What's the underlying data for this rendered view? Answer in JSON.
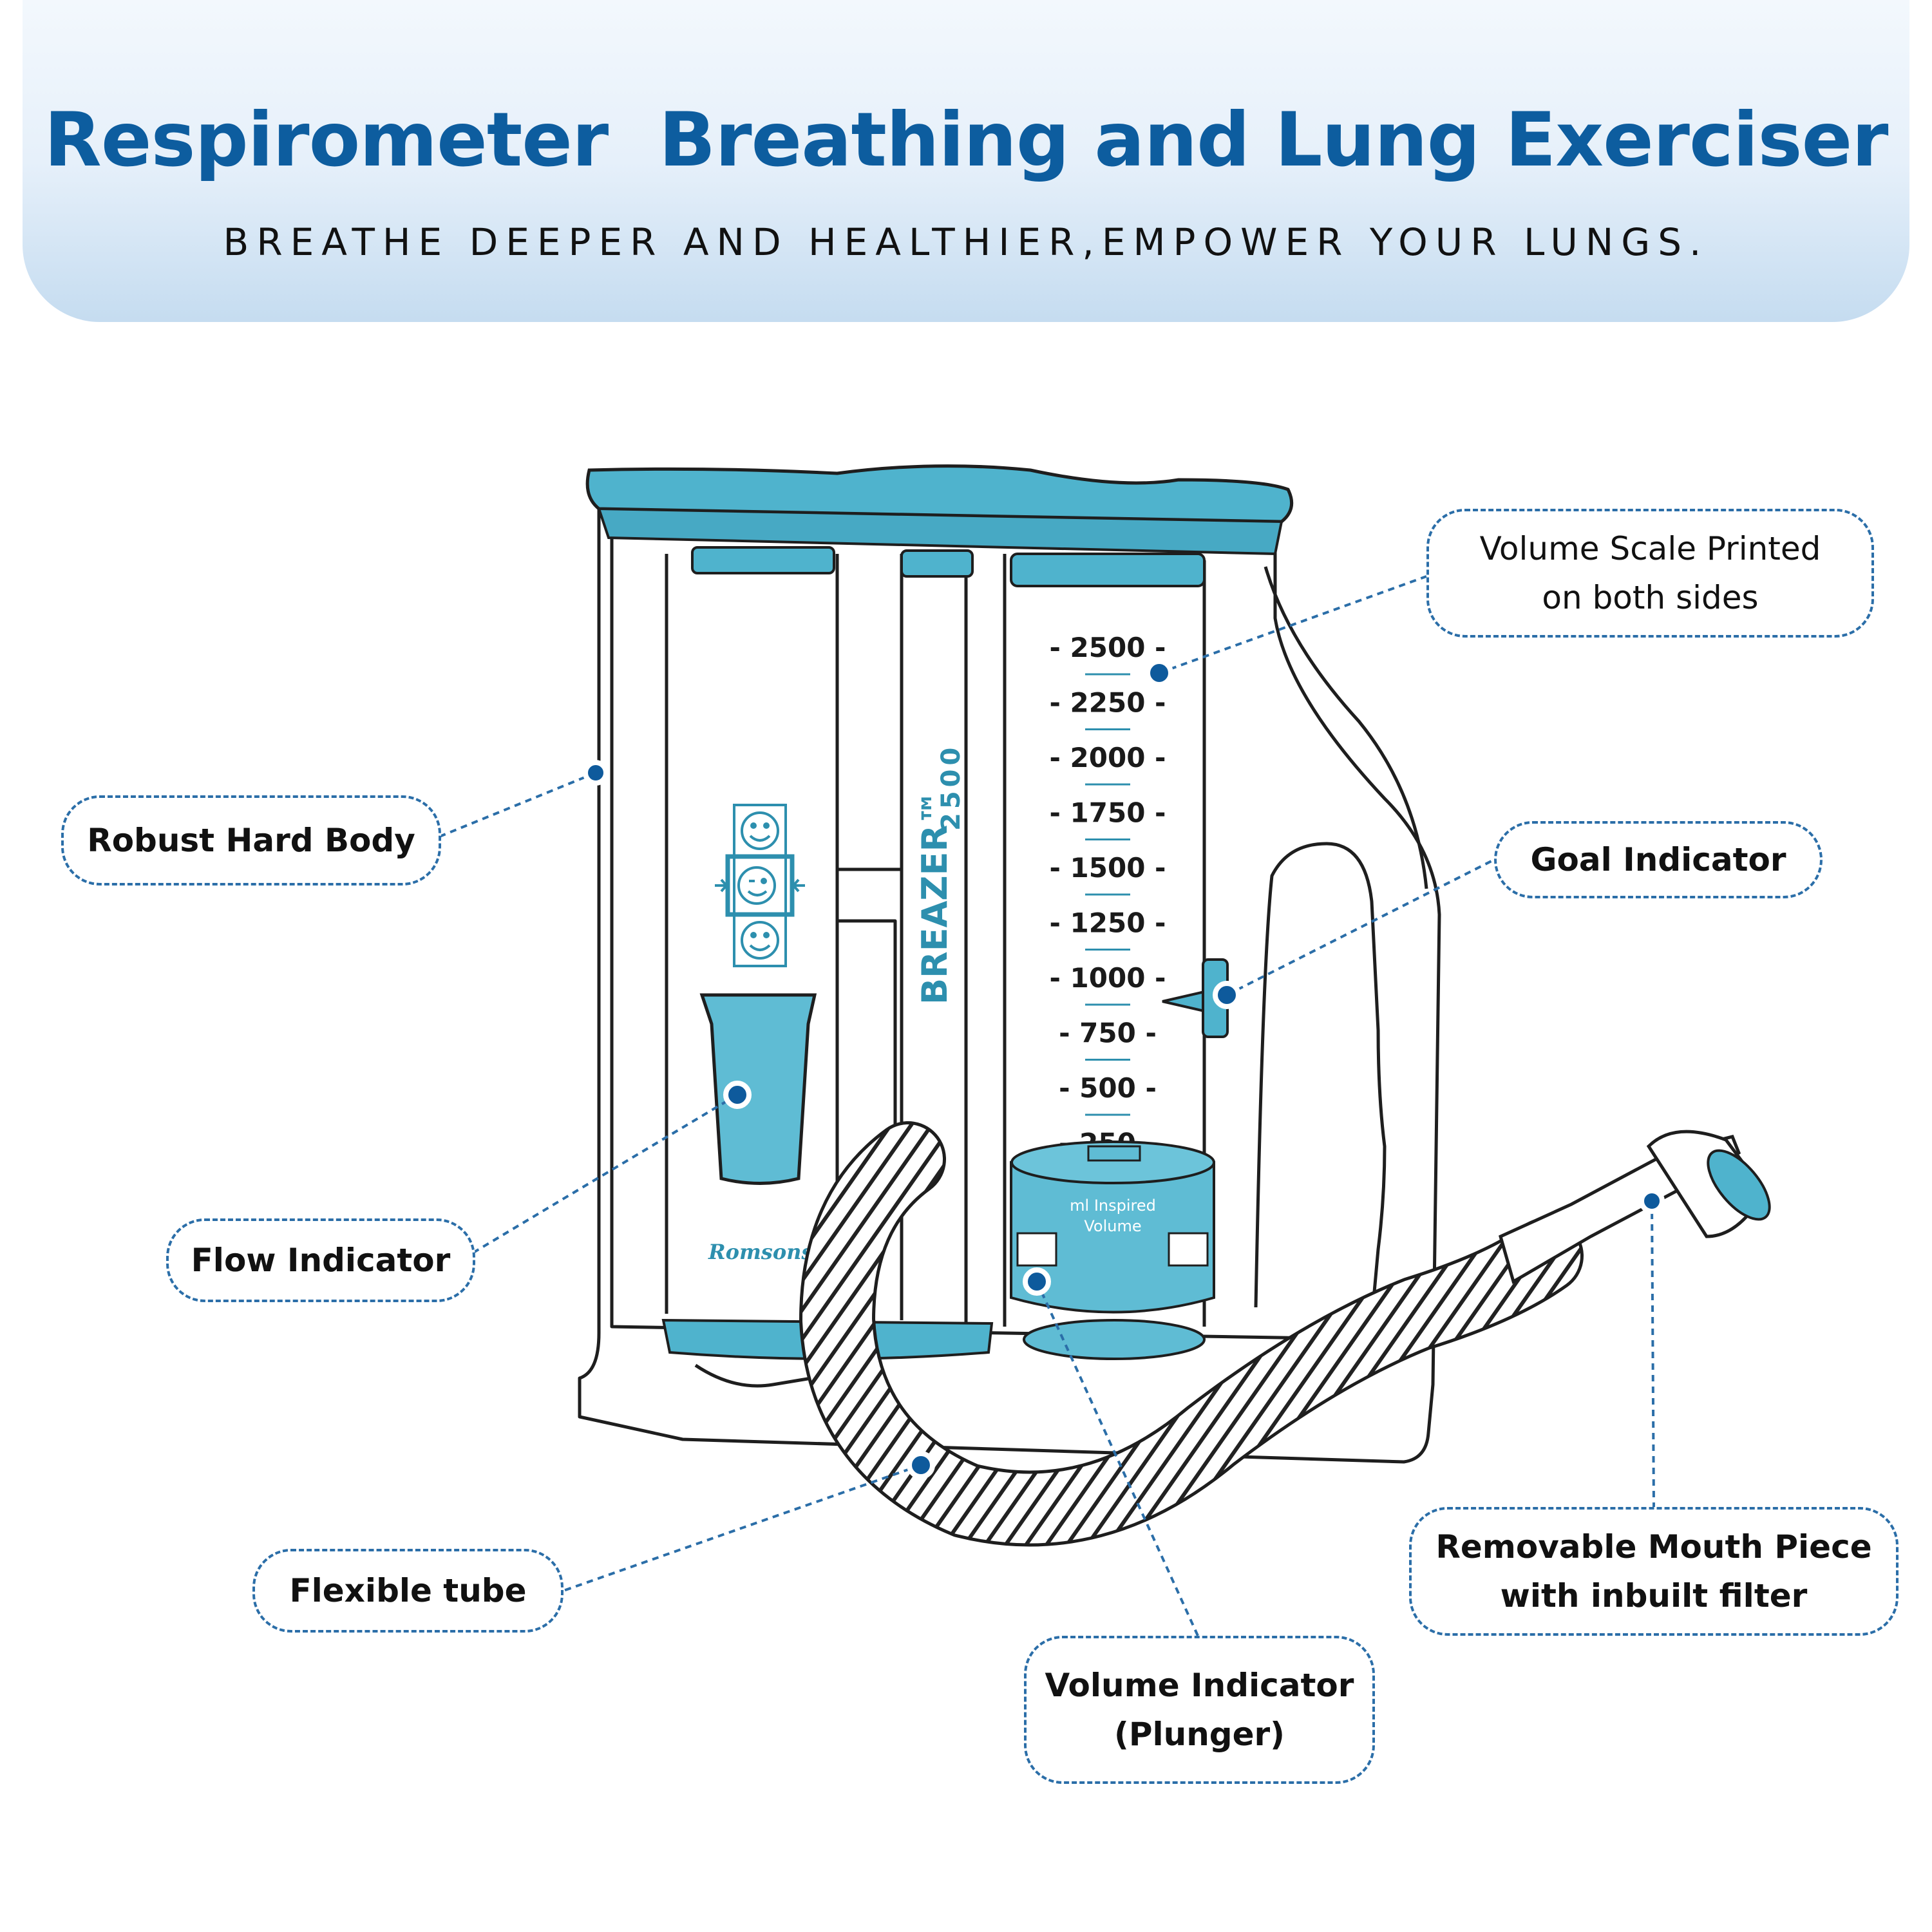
{
  "header": {
    "title": "Respirometer  Breathing and Lung Exerciser",
    "subtitle": "BREATHE DEEPER AND HEALTHIER,EMPOWER YOUR LUNGS."
  },
  "device": {
    "brand": "Romsons",
    "model_name": "BREAZER™",
    "model_number": "2500",
    "plunger_label_line1": "ml Inspired",
    "plunger_label_line2": "Volume",
    "volume_scale": [
      "- 2500 -",
      "- 2250 -",
      "- 2000 -",
      "- 1750 -",
      "- 1500 -",
      "- 1250 -",
      "- 1000 -",
      "- 750 -",
      "- 500 -",
      "- 250 -"
    ],
    "flow_faces": [
      "smiley-icon",
      "winking-smiley-icon",
      "smiley-icon"
    ]
  },
  "callouts": {
    "volume_scale": "Volume Scale Printed\non both sides",
    "robust_body": "Robust Hard Body",
    "goal_indicator": "Goal Indicator",
    "flow_indicator": "Flow Indicator",
    "flexible_tube": "Flexible tube",
    "mouth_piece": "Removable Mouth Piece\nwith inbuilt filter",
    "volume_indicator": "Volume Indicator\n(Plunger)"
  },
  "colors": {
    "title_blue": "#0d5d9f",
    "device_teal": "#4fb3cd",
    "device_teal_dark": "#2d8fae",
    "callout_border": "#2b6ea8",
    "marker_dot": "#0e5a9c"
  }
}
